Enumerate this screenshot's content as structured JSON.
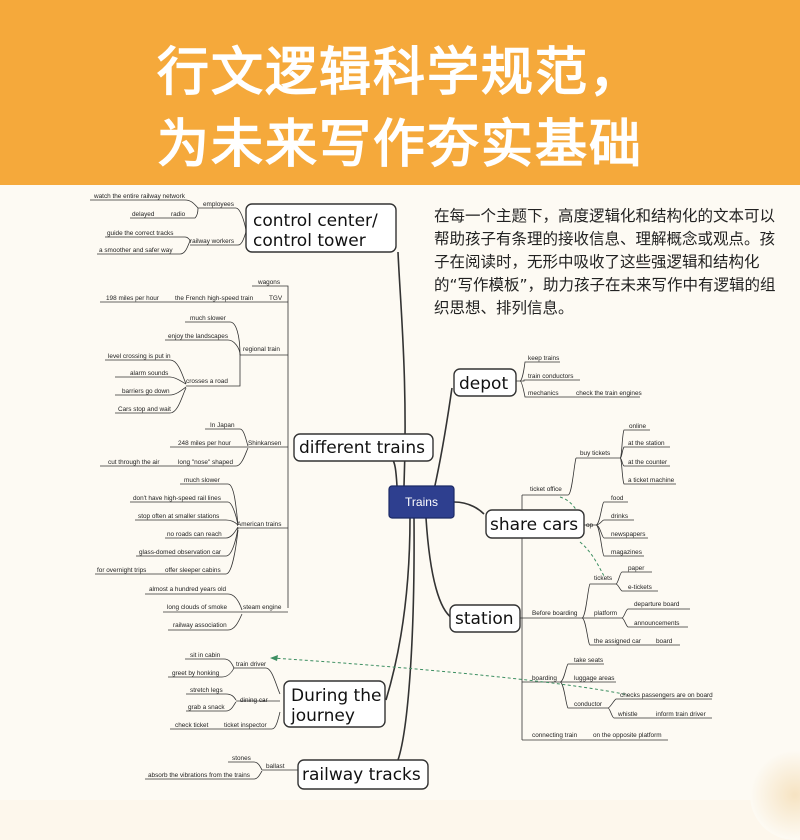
{
  "banner": {
    "line1": "行文逻辑科学规范，",
    "line2": "为未来写作夯实基础"
  },
  "description": "在每一个主题下，高度逻辑化和结构化的文本可以帮助孩子有条理的接收信息、理解概念或观点。孩子在阅读时，无形中吸收了这些强逻辑和结构化的“写作模板”，助力孩子在未来写作中有逻辑的组织思想、排列信息。",
  "center": "Trains",
  "topics": {
    "control": {
      "line1": "control center/",
      "line2": "control tower"
    },
    "different": "different trains",
    "journey": {
      "line1": "During the",
      "line2": "journey"
    },
    "tracks": "railway tracks",
    "depot": "depot",
    "share": "share cars",
    "station": "station"
  },
  "labels": {
    "watch": "watch the entire railway network",
    "employees": "employees",
    "delayed": "delayed",
    "radio": "radio",
    "guide": "guide the correct tracks",
    "railway_workers": "railway workers",
    "smoother": "a smoother and safer way",
    "wagons": "wagons",
    "tgv": "TGV",
    "miles198": "198 miles per hour",
    "french": "the French high-speed train",
    "much_slower1": "much slower",
    "enjoy": "enjoy the landscapes",
    "regional": "regional train",
    "level": "level crossing is put in",
    "alarm": "alarm sounds",
    "crosses": "crosses a road",
    "barriers": "barriers go down",
    "cars_stop": "Cars stop and wait",
    "japan": "In Japan",
    "miles248": "248 miles per hour",
    "shinkansen": "Shinkansen",
    "cut": "cut through the air",
    "nose": "long \"nose\" shaped",
    "much_slower2": "much slower",
    "no_hs": "don't have high-speed rail lines",
    "stop_often": "stop often at smaller stations",
    "no_roads": "no roads can reach",
    "american": "American trains",
    "glass": "glass-domed observation car",
    "overnight": "for overnight trips",
    "sleeper": "offer sleeper cabins",
    "hundred": "almost a hundred years old",
    "clouds": "long clouds of smoke",
    "steam": "steam engine",
    "association": "railway association",
    "sit": "sit in cabin",
    "driver": "train driver",
    "greet": "greet by honking",
    "stretch": "stretch legs",
    "dining": "dining car",
    "snack": "grab a snack",
    "check_ticket": "check ticket",
    "inspector": "ticket inspector",
    "stones": "stones",
    "ballast": "ballast",
    "absorb": "absorb the vibrations from the trains",
    "keep": "keep trains",
    "conductors": "train conductors",
    "mechanics": "mechanics",
    "check_engines": "check the train engines",
    "online": "online",
    "buy": "buy tickets",
    "at_station": "at the station",
    "counter": "at the counter",
    "ticket_office": "ticket office",
    "machine": "a ticket machine",
    "food": "food",
    "drinks": "drinks",
    "shop": "op",
    "newspapers": "newspapers",
    "magazines": "magazines",
    "paper": "paper",
    "tickets": "tickets",
    "etickets": "e-tickets",
    "before": "Before boarding",
    "platform": "platform",
    "departure": "departure board",
    "announcements": "announcements",
    "assigned": "the assigned car",
    "board": "board",
    "take_seats": "take seats",
    "luggage": "luggage areas",
    "boarding": "boarding",
    "checks": "checks passengers are on board",
    "conductor": "conductor",
    "whistle": "whistle",
    "inform": "inform train driver",
    "connecting": "connecting train",
    "opposite": "on the opposite platform"
  }
}
